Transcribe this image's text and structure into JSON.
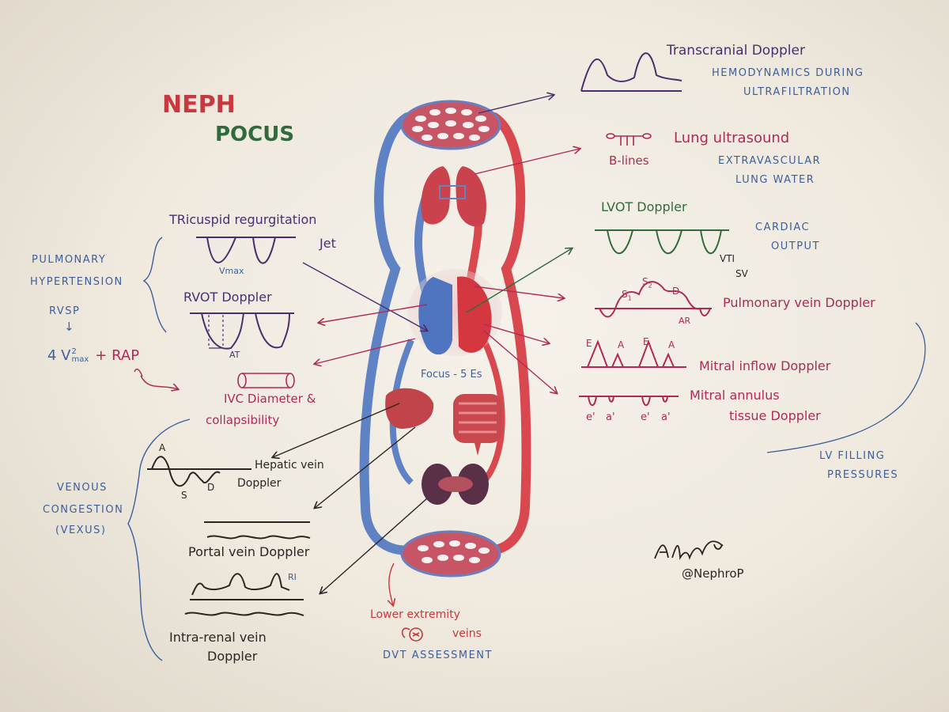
{
  "title": {
    "line1": "NEPH",
    "line2": "POCUS"
  },
  "colors": {
    "red": "#c63a3f",
    "green": "#2f6b3c",
    "blue": "#3d5f9c",
    "purple": "#4a2f6e",
    "magenta": "#b02a58",
    "dark": "#2b2623",
    "vein": "#5f82c4",
    "artery": "#d9484f"
  },
  "center": {
    "caption": "Focus - 5 Es"
  },
  "right": {
    "tcd": {
      "title": "Transcranial Doppler",
      "desc1": "HEMODYNAMICS DURING",
      "desc2": "ULTRAFILTRATION"
    },
    "lung": {
      "title": "Lung ultrasound",
      "blines": "B-lines",
      "desc1": "EXTRAVASCULAR",
      "desc2": "LUNG WATER"
    },
    "lvot": {
      "title": "LVOT Doppler",
      "desc1": "CARDIAC",
      "desc2": "OUTPUT",
      "vti": "VTI",
      "sv": "SV"
    },
    "pulmvein": {
      "title": "Pulmonary vein Doppler",
      "s1": "S",
      "s1sub": "1",
      "s2": "S",
      "s2sub": "2",
      "d": "D",
      "ar": "AR"
    },
    "mitral": {
      "title": "Mitral inflow Doppler",
      "e1": "E",
      "a1": "A",
      "e2": "E",
      "a2": "A"
    },
    "annulus": {
      "title1": "Mitral annulus",
      "title2": "tissue Doppler",
      "e1": "e'",
      "a1": "a'",
      "e2": "e'",
      "a2": "a'"
    },
    "lvfill": {
      "line1": "LV FILLING",
      "line2": "PRESSURES"
    }
  },
  "left": {
    "tr": {
      "title1": "TRicuspid regurgitation",
      "title2": "Jet",
      "vmax": "Vmax"
    },
    "ph": {
      "line1": "PULMONARY",
      "line2": "HYPERTENSION",
      "rvsp": "RVSP",
      "arrow": "↓",
      "formula_a": "4 V",
      "sup": "2",
      "sub": "max",
      "formula_b": "+ RAP"
    },
    "rvot": {
      "title": "RVOT Doppler",
      "at": "AT"
    },
    "ivc": {
      "line1": "IVC Diameter &",
      "line2": "collapsibility"
    },
    "venous": {
      "line1": "VENOUS",
      "line2": "CONGESTION",
      "line3": "(VEXUS)"
    },
    "hepatic": {
      "a": "A",
      "s": "S",
      "d": "D",
      "title1": "Hepatic vein",
      "title2": "Doppler"
    },
    "portal": {
      "title": "Portal vein Doppler"
    },
    "intrarenal": {
      "ri": "RI",
      "title1": "Intra-renal vein",
      "title2": "Doppler"
    }
  },
  "bottom": {
    "title1": "Lower extremity",
    "title2": "veins",
    "dvt": "DVT ASSESSMENT"
  },
  "signature": {
    "handle": "@NephroP"
  }
}
